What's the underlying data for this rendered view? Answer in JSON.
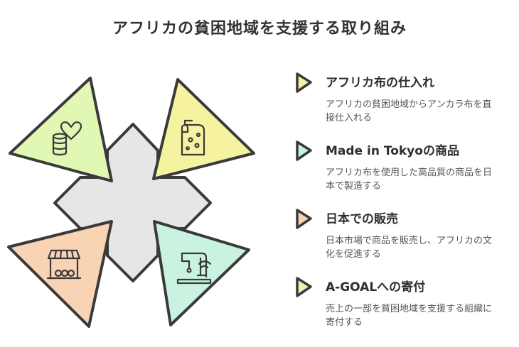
{
  "title": "アフリカの貧困地域を支援する取り組み",
  "items": [
    {
      "title": "アフリカ布の仕入れ",
      "description": "アフリカの貧困地域からアンカラ布を直接仕入れる",
      "color": "#f6f3a0",
      "icon": "cloth-roll-icon"
    },
    {
      "title": "Made in Tokyoの商品",
      "description": "アフリカ布を使用した高品質の商品を日本で製造する",
      "color": "#c9f3e0",
      "icon": "sewing-machine-icon"
    },
    {
      "title": "日本での販売",
      "description": "日本市場で商品を販売し、アフリカの文化を促進する",
      "color": "#f8d3b4",
      "icon": "market-stall-icon"
    },
    {
      "title": "A-GOALへの寄付",
      "description": "売上の一部を貧困地域を支援する組織に寄付する",
      "color": "#e1f7b4",
      "icon": "coins-heart-icon"
    }
  ],
  "colors": {
    "outline": "#3a3a3a",
    "center": "#e6e6e6"
  }
}
